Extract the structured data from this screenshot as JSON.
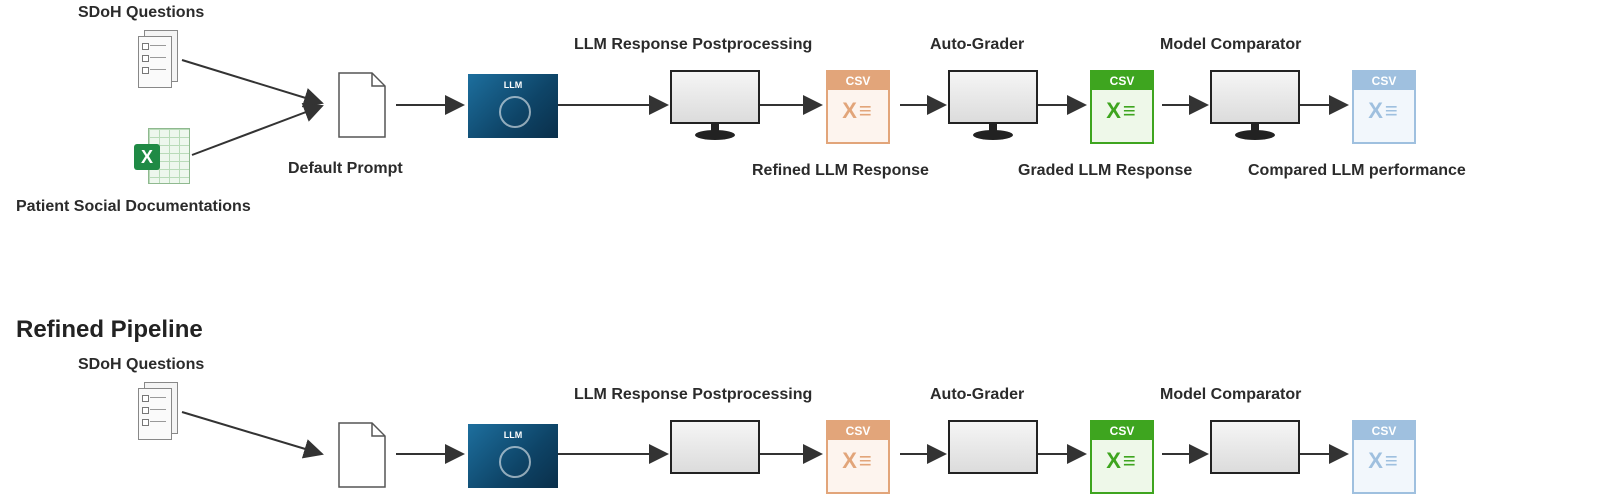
{
  "top": {
    "labels": {
      "sdoh_questions": "SDoH Questions",
      "patient_social_docs": "Patient Social Documentations",
      "default_prompt": "Default Prompt",
      "llm_response_postprocessing": "LLM Response Postprocessing",
      "auto_grader": "Auto-Grader",
      "model_comparator": "Model Comparator",
      "refined_llm_response": "Refined LLM Response",
      "graded_llm_response": "Graded LLM Response",
      "compared_llm_performance": "Compared LLM performance"
    },
    "llm_text": "LLM",
    "csv_text": "CSV",
    "excel_letter": "X"
  },
  "bottom": {
    "heading": "Refined Pipeline",
    "labels": {
      "sdoh_questions": "SDoH Questions",
      "llm_response_postprocessing": "LLM Response Postprocessing",
      "auto_grader": "Auto-Grader",
      "model_comparator": "Model Comparator"
    },
    "llm_text": "LLM",
    "csv_text": "CSV"
  },
  "icons": {
    "questionnaire": "questionnaire-doc-icon",
    "spreadsheet": "excel-spreadsheet-icon",
    "prompt": "blank-document-icon",
    "llm": "llm-brain-icon",
    "monitor": "monitor-icon",
    "csv": "csv-file-icon"
  },
  "colors": {
    "csv_refined": "#e2a57a",
    "csv_graded": "#3ea51f",
    "csv_compared": "#9fc0df",
    "llm_box": "#0e4467"
  }
}
